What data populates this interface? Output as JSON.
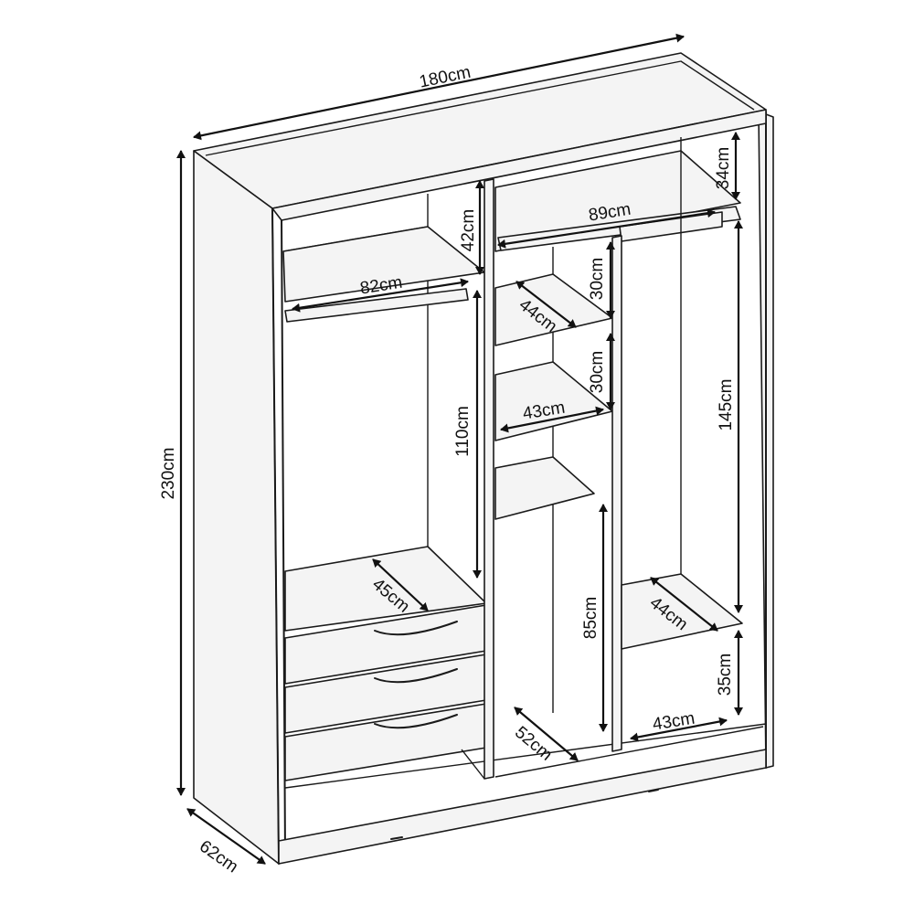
{
  "dimensions": {
    "width": "180cm",
    "height": "230cm",
    "depth": "62cm",
    "top_left_compartment": "42cm",
    "top_right_compartment": "34cm",
    "left_rail_width": "82cm",
    "right_top_shelf_width": "89cm",
    "middle_shelf_depth_1": "44cm",
    "middle_shelf_height_1": "30cm",
    "middle_shelf_height_2": "30cm",
    "middle_shelf_width": "43cm",
    "left_hanging_height": "110cm",
    "right_hanging_height": "145cm",
    "middle_hanging_height": "85cm",
    "left_shelf_depth": "45cm",
    "right_shelf_depth": "44cm",
    "bottom_right_height": "35cm",
    "bottom_right_width": "43cm",
    "bottom_middle_depth": "52cm"
  },
  "colors": {
    "line": "#1a1a1a",
    "background": "#ffffff"
  }
}
